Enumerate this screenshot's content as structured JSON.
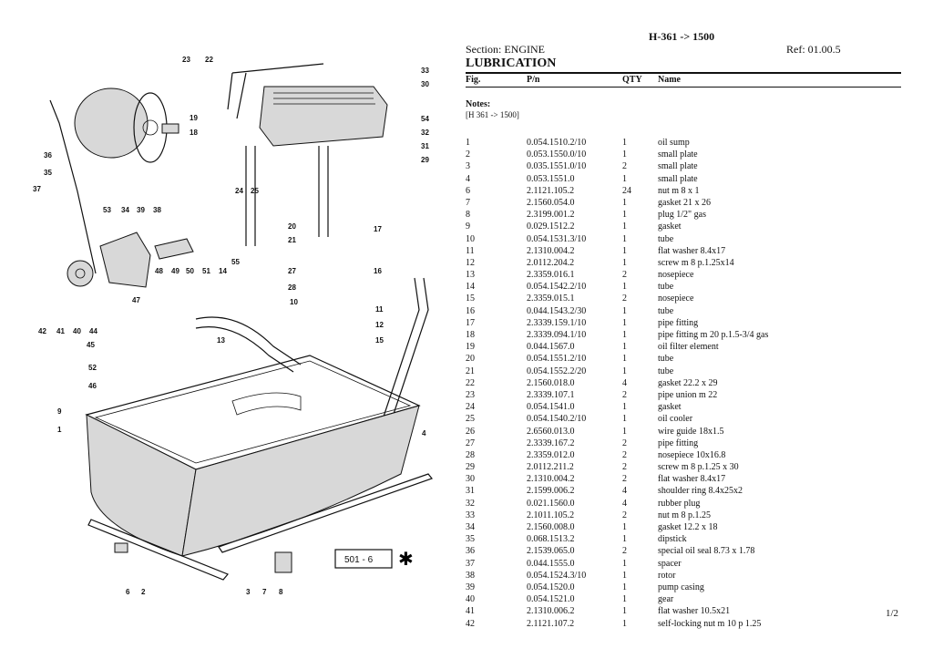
{
  "header": {
    "model": "H-361 -> 1500",
    "section": "Section: ENGINE",
    "ref": "Ref: 01.00.5",
    "title": "LUBRICATION"
  },
  "columns": {
    "fig": "Fig.",
    "pn": "P/n",
    "qty": "QTY",
    "name": "Name"
  },
  "notes": {
    "label": "Notes:",
    "text": "[H 361 -> 1500]"
  },
  "parts": [
    {
      "fig": "1",
      "pn": "0.054.1510.2/10",
      "qty": "1",
      "name": "oil sump"
    },
    {
      "fig": "2",
      "pn": "0.053.1550.0/10",
      "qty": "1",
      "name": "small plate"
    },
    {
      "fig": "3",
      "pn": "0.035.1551.0/10",
      "qty": "2",
      "name": "small plate"
    },
    {
      "fig": "4",
      "pn": "0.053.1551.0",
      "qty": "1",
      "name": "small plate"
    },
    {
      "fig": "6",
      "pn": "2.1121.105.2",
      "qty": "24",
      "name": "nut m 8 x 1"
    },
    {
      "fig": "7",
      "pn": "2.1560.054.0",
      "qty": "1",
      "name": "gasket 21 x 26"
    },
    {
      "fig": "8",
      "pn": "2.3199.001.2",
      "qty": "1",
      "name": "plug 1/2\" gas"
    },
    {
      "fig": "9",
      "pn": "0.029.1512.2",
      "qty": "1",
      "name": "gasket"
    },
    {
      "fig": "10",
      "pn": "0.054.1531.3/10",
      "qty": "1",
      "name": "tube"
    },
    {
      "fig": "11",
      "pn": "2.1310.004.2",
      "qty": "1",
      "name": "flat washer 8.4x17"
    },
    {
      "fig": "12",
      "pn": "2.0112.204.2",
      "qty": "1",
      "name": "screw m 8 p.1.25x14"
    },
    {
      "fig": "13",
      "pn": "2.3359.016.1",
      "qty": "2",
      "name": "nosepiece"
    },
    {
      "fig": "14",
      "pn": "0.054.1542.2/10",
      "qty": "1",
      "name": "tube"
    },
    {
      "fig": "15",
      "pn": "2.3359.015.1",
      "qty": "2",
      "name": "nosepiece"
    },
    {
      "fig": "16",
      "pn": "0.044.1543.2/30",
      "qty": "1",
      "name": "tube"
    },
    {
      "fig": "17",
      "pn": "2.3339.159.1/10",
      "qty": "1",
      "name": "pipe fitting"
    },
    {
      "fig": "18",
      "pn": "2.3339.094.1/10",
      "qty": "1",
      "name": "pipe fitting m 20 p.1.5-3/4 gas"
    },
    {
      "fig": "19",
      "pn": "0.044.1567.0",
      "qty": "1",
      "name": "oil filter element"
    },
    {
      "fig": "20",
      "pn": "0.054.1551.2/10",
      "qty": "1",
      "name": "tube"
    },
    {
      "fig": "21",
      "pn": "0.054.1552.2/20",
      "qty": "1",
      "name": "tube"
    },
    {
      "fig": "22",
      "pn": "2.1560.018.0",
      "qty": "4",
      "name": "gasket 22.2 x 29"
    },
    {
      "fig": "23",
      "pn": "2.3339.107.1",
      "qty": "2",
      "name": "pipe union m 22"
    },
    {
      "fig": "24",
      "pn": "0.054.1541.0",
      "qty": "1",
      "name": "gasket"
    },
    {
      "fig": "25",
      "pn": "0.054.1540.2/10",
      "qty": "1",
      "name": "oil cooler"
    },
    {
      "fig": "26",
      "pn": "2.6560.013.0",
      "qty": "1",
      "name": "wire guide 18x1.5"
    },
    {
      "fig": "27",
      "pn": "2.3339.167.2",
      "qty": "2",
      "name": "pipe fitting"
    },
    {
      "fig": "28",
      "pn": "2.3359.012.0",
      "qty": "2",
      "name": "nosepiece 10x16.8"
    },
    {
      "fig": "29",
      "pn": "2.0112.211.2",
      "qty": "2",
      "name": "screw m 8 p.1.25 x 30"
    },
    {
      "fig": "30",
      "pn": "2.1310.004.2",
      "qty": "2",
      "name": "flat washer 8.4x17"
    },
    {
      "fig": "31",
      "pn": "2.1599.006.2",
      "qty": "4",
      "name": "shoulder ring 8.4x25x2"
    },
    {
      "fig": "32",
      "pn": "0.021.1560.0",
      "qty": "4",
      "name": "rubber plug"
    },
    {
      "fig": "33",
      "pn": "2.1011.105.2",
      "qty": "2",
      "name": "nut m 8 p.1.25"
    },
    {
      "fig": "34",
      "pn": "2.1560.008.0",
      "qty": "1",
      "name": "gasket 12.2 x 18"
    },
    {
      "fig": "35",
      "pn": "0.068.1513.2",
      "qty": "1",
      "name": "dipstick"
    },
    {
      "fig": "36",
      "pn": "2.1539.065.0",
      "qty": "2",
      "name": "special oil seal 8.73 x 1.78"
    },
    {
      "fig": "37",
      "pn": "0.044.1555.0",
      "qty": "1",
      "name": "spacer"
    },
    {
      "fig": "38",
      "pn": "0.054.1524.3/10",
      "qty": "1",
      "name": "rotor"
    },
    {
      "fig": "39",
      "pn": "0.054.1520.0",
      "qty": "1",
      "name": "pump casing"
    },
    {
      "fig": "40",
      "pn": "0.054.1521.0",
      "qty": "1",
      "name": "gear"
    },
    {
      "fig": "41",
      "pn": "2.1310.006.2",
      "qty": "1",
      "name": "flat washer 10.5x21"
    },
    {
      "fig": "42",
      "pn": "2.1121.107.2",
      "qty": "1",
      "name": "self-locking nut m 10 p 1.25"
    }
  ],
  "page": "1/2",
  "diagram": {
    "ref_box": "501 - 6",
    "star": "✱",
    "callouts": [
      "23",
      "22",
      "33",
      "30",
      "19",
      "18",
      "54",
      "32",
      "31",
      "29",
      "36",
      "35",
      "37",
      "53",
      "34",
      "39",
      "38",
      "24",
      "25",
      "20",
      "21",
      "17",
      "16",
      "55",
      "27",
      "28",
      "10",
      "11",
      "12",
      "15",
      "13",
      "48",
      "49",
      "50",
      "51",
      "14",
      "47",
      "42",
      "41",
      "40",
      "44",
      "45",
      "52",
      "46",
      "9",
      "1",
      "4",
      "6",
      "2",
      "3",
      "7",
      "8"
    ]
  }
}
